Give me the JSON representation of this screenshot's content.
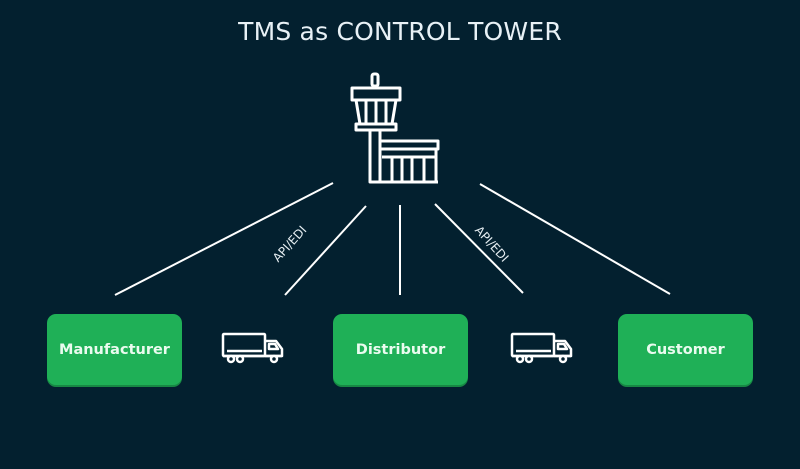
{
  "title": "TMS as CONTROL TOWER",
  "hub": {
    "icon": "control-tower-icon",
    "name": "TMS"
  },
  "nodes": [
    {
      "id": "manufacturer",
      "label": "Manufacturer"
    },
    {
      "id": "distributor",
      "label": "Distributor"
    },
    {
      "id": "customer",
      "label": "Customer"
    }
  ],
  "connectors": [
    {
      "from": "hub",
      "to": "manufacturer",
      "label": ""
    },
    {
      "from": "hub",
      "to": "truck-1",
      "label": "API/EDI"
    },
    {
      "from": "hub",
      "to": "distributor",
      "label": ""
    },
    {
      "from": "hub",
      "to": "truck-2",
      "label": "API/EDI"
    },
    {
      "from": "hub",
      "to": "customer",
      "label": ""
    }
  ],
  "transports": [
    {
      "icon": "truck-icon",
      "between": [
        "manufacturer",
        "distributor"
      ]
    },
    {
      "icon": "truck-icon",
      "between": [
        "distributor",
        "customer"
      ]
    }
  ],
  "colors": {
    "background": "#03202f",
    "node": "#1fb057",
    "line": "#ffffff",
    "text": "#e8f1f6"
  }
}
